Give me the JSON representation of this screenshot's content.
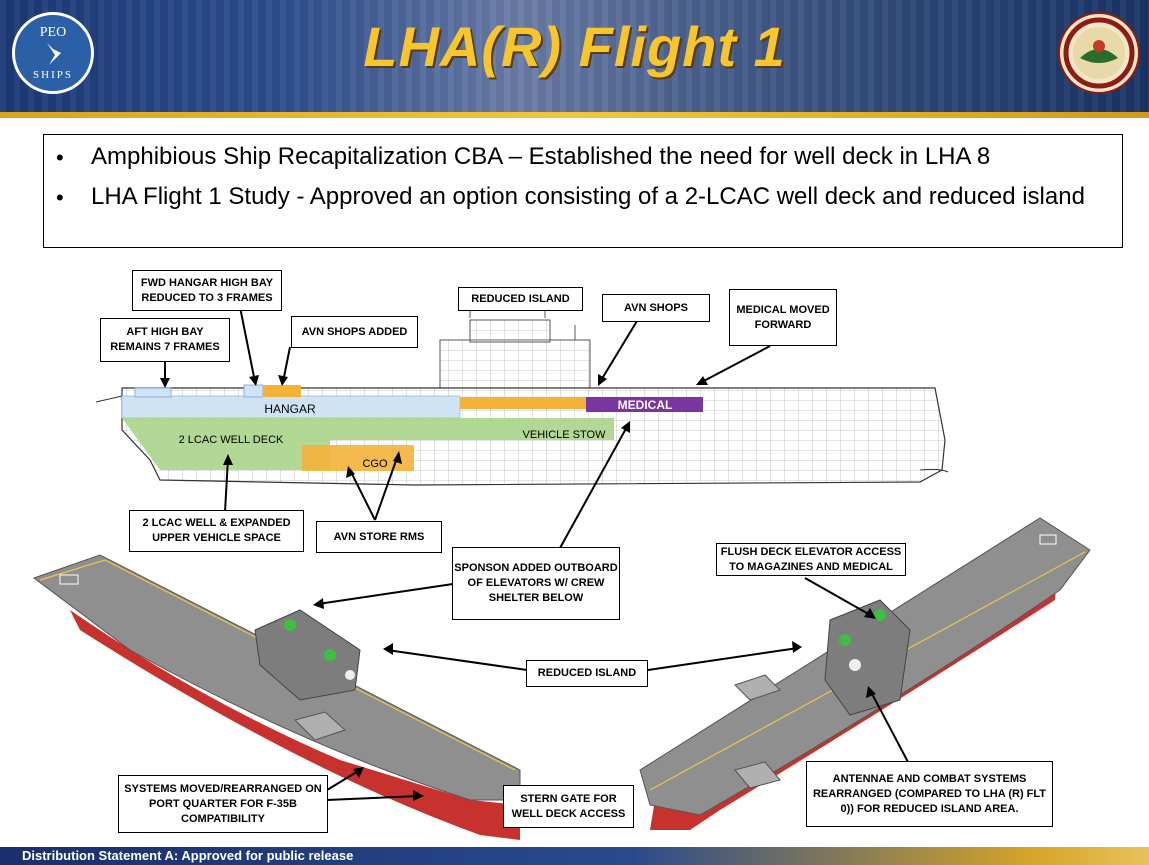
{
  "header": {
    "title": "LHA(R) Flight 1",
    "logo_left_line1": "PEO",
    "logo_left_line2": "SHIPS",
    "logo_left_icon": "peo-ships-logo",
    "seal_icon": "program-executive-office-seal",
    "accent_color": "#f7c62f"
  },
  "bullets": [
    "Amphibious Ship Recapitalization CBA – Established the need for well deck in LHA 8",
    "LHA Flight 1 Study - Approved an option consisting of a 2-LCAC well deck and reduced island"
  ],
  "profile_labels": {
    "hangar": "HANGAR",
    "medical": "MEDICAL",
    "well_deck": "2  LCAC  WELL DECK",
    "vehicle_stow": "VEHICLE STOW",
    "cgo": "CGO"
  },
  "callouts": {
    "fwd_hangar": "FWD HANGAR HIGH BAY REDUCED TO 3 FRAMES",
    "aft_high_bay": "AFT HIGH BAY REMAINS 7 FRAMES",
    "avn_shops_added": "AVN SHOPS ADDED",
    "reduced_island_top": "REDUCED ISLAND",
    "avn_shops": "AVN SHOPS",
    "medical_moved": "MEDICAL MOVED FORWARD",
    "lcac_well": "2 LCAC WELL & EXPANDED UPPER VEHICLE SPACE",
    "avn_store": "AVN STORE RMS",
    "sponson": "SPONSON ADDED OUTBOARD OF ELEVATORS W/ CREW SHELTER BELOW",
    "flush_deck": "FLUSH DECK ELEVATOR ACCESS TO MAGAZINES AND MEDICAL",
    "reduced_island_mid": "REDUCED ISLAND",
    "systems_moved": "SYSTEMS MOVED/REARRANGED ON PORT QUARTER FOR F-35B COMPATIBILITY",
    "stern_gate": "STERN GATE FOR WELL DECK ACCESS",
    "antennae": "ANTENNAE  AND COMBAT SYSTEMS REARRANGED (COMPARED TO LHA (R) FLT 0)) FOR REDUCED ISLAND AREA."
  },
  "colors": {
    "hangar": "#cfe3f5",
    "well_deck": "#a9d48a",
    "avn_orange": "#f4b23a",
    "medical": "#7b35a3",
    "hull_red": "#c8322e",
    "deck_gray": "#8f8f8f"
  },
  "footer": {
    "text": "Distribution Statement A: Approved for public release"
  }
}
